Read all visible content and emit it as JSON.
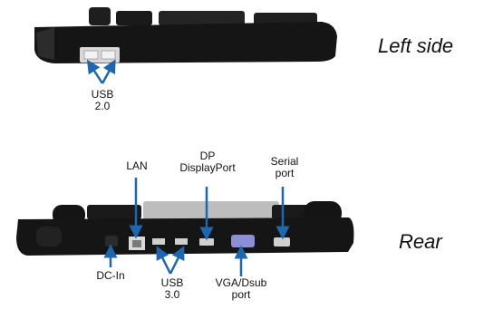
{
  "views": [
    {
      "title": "Left side"
    },
    {
      "title": "Rear"
    }
  ],
  "labels": {
    "usb20_line1": "USB",
    "usb20_line2": "2.0",
    "lan": "LAN",
    "dp_line1": "DP",
    "dp_line2": "DisplayPort",
    "serial_line1": "Serial",
    "serial_line2": "port",
    "dcin": "DC-In",
    "usb30_line1": "USB",
    "usb30_line2": "3.0",
    "vga_line1": "VGA/Dsub",
    "vga_line2": "port"
  },
  "colors": {
    "device_body": "#151515",
    "device_shade": "#2a2a2a",
    "port_white": "#e8e8e8",
    "vga_blue": "#8c8fd8",
    "arrow": "#1d67b0",
    "text": "#111111"
  }
}
